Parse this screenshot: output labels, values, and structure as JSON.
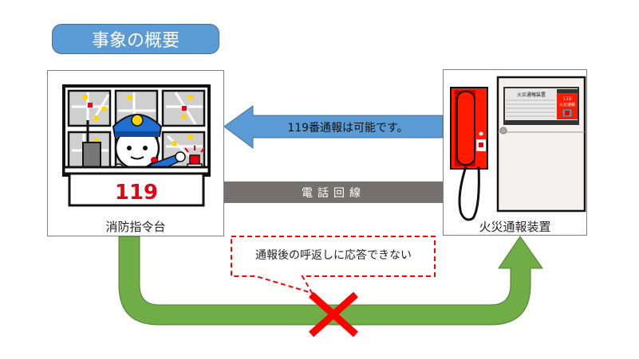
{
  "title": "事象の概要",
  "nodes": {
    "left": {
      "label": "消防指令台",
      "desk_number": "119"
    },
    "right": {
      "label": "火災通報装置",
      "panel_label": "火災通報装置",
      "button_number": "119",
      "button_label": "火災通報"
    }
  },
  "arrows": {
    "call_to_dispatch": {
      "label": "119番通報は可能です。",
      "color": "#5b9bd5"
    },
    "callback": {
      "color": "#70ad47"
    }
  },
  "phone_line": {
    "label": "電話回線",
    "color": "#767171"
  },
  "callout": {
    "text": "通報後の呼返しに応答できない",
    "color": "#ff0000"
  },
  "failure_mark": {
    "icon": "x-mark-icon",
    "color": "#ff0000"
  }
}
